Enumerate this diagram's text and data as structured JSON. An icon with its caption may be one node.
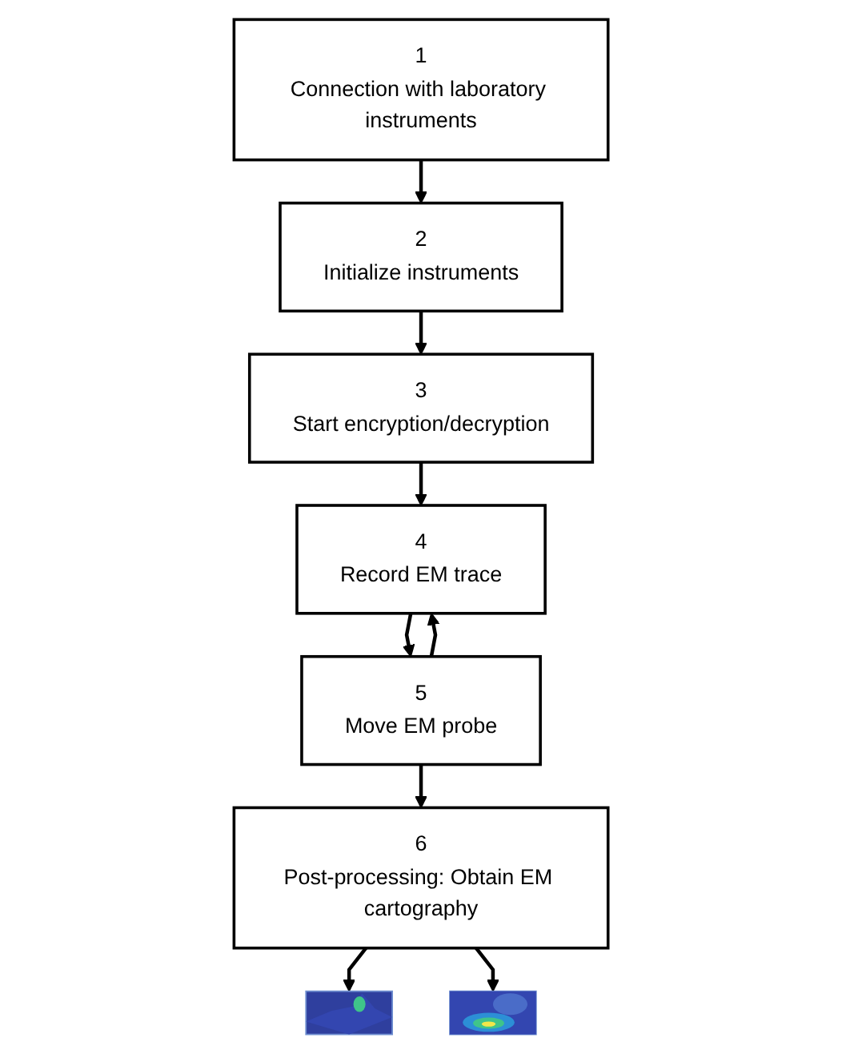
{
  "diagram": {
    "nodes": [
      {
        "text": [
          "1",
          "Connection with laboratory instruments"
        ]
      },
      {
        "text": [
          "2",
          "Initialize instruments"
        ]
      },
      {
        "text": [
          "3",
          "Start encryption/decryption"
        ]
      },
      {
        "text": [
          "4",
          "Record EM trace"
        ]
      },
      {
        "text": [
          "5",
          "Move EM probe"
        ]
      },
      {
        "text": [
          "6",
          "Post-processing: Obtain EM cartography"
        ]
      },
      {
        "text": [],
        "shape": "picture"
      },
      {
        "text": [],
        "shape": "picture"
      }
    ],
    "edges": [
      {
        "from": 0,
        "to": 1,
        "arrow": "to"
      },
      {
        "from": 1,
        "to": 2,
        "arrow": "to"
      },
      {
        "from": 2,
        "to": 3,
        "arrow": "to"
      },
      {
        "from": 3,
        "to": 4,
        "arrow": "to"
      },
      {
        "from": 4,
        "to": 3,
        "arrow": "to"
      },
      {
        "from": 4,
        "to": 5,
        "arrow": "to"
      },
      {
        "from": 5,
        "to": 6,
        "arrow": "to"
      },
      {
        "from": 5,
        "to": 7,
        "arrow": "to"
      }
    ]
  }
}
